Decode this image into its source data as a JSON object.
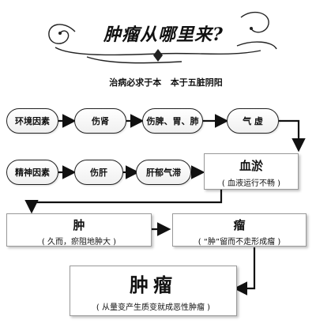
{
  "title": "肿瘤从哪里来?",
  "subtitle": "治病必求于本   本于五脏阴阳",
  "row1": [
    "环境因素",
    "伤肾",
    "伤脾、胃、肺",
    "气 虚"
  ],
  "row2": [
    "精神因素",
    "伤肝",
    "肝郁气滞"
  ],
  "blood_stasis": {
    "title": "血淤",
    "note": "( 血液运行不畅 )"
  },
  "zhong": {
    "title": "肿",
    "note": "( 久而，瘀阻地肿大 )"
  },
  "liu": {
    "title": "瘤",
    "note": "( “肿”留而不走形成瘤 )"
  },
  "tumor": {
    "title": "肿瘤",
    "note": "( 从量变产生质变就成恶性肿瘤 )"
  }
}
